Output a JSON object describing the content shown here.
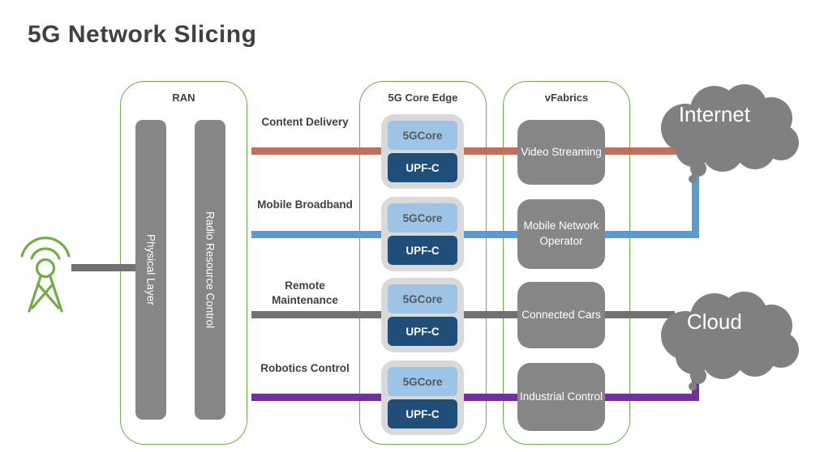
{
  "title": "5G Network Slicing",
  "colors": {
    "green": "#70AD47",
    "box_gray": "#868686",
    "cloud_gray": "#808080",
    "light_gray": "#D9D9D9",
    "core_light_blue": "#9DC3E6",
    "core_navy": "#1F4E79",
    "slice_red": "#C0715E",
    "slice_blue": "#5B9BD5",
    "slice_gray": "#737070",
    "slice_purple": "#7030A0"
  },
  "ran": {
    "label": "RAN",
    "bars": [
      {
        "label": "Physical Layer"
      },
      {
        "label": "Radio Resource Control"
      }
    ]
  },
  "core_edge": {
    "label": "5G Core Edge",
    "units": [
      {
        "core": "5GCore",
        "upf": "UPF-C"
      },
      {
        "core": "5GCore",
        "upf": "UPF-C"
      },
      {
        "core": "5GCore",
        "upf": "UPF-C"
      },
      {
        "core": "5GCore",
        "upf": "UPF-C"
      }
    ]
  },
  "vfabrics": {
    "label": "vFabrics",
    "boxes": [
      {
        "label": "Video Streaming"
      },
      {
        "label": "Mobile Network Operator"
      },
      {
        "label": "Connected Cars"
      },
      {
        "label": "Industrial Control"
      }
    ]
  },
  "slices": [
    {
      "label": "Content Delivery",
      "destination": "Internet"
    },
    {
      "label": "Mobile Broadband",
      "destination": "Internet"
    },
    {
      "label": "Remote Maintenance",
      "destination": "Cloud"
    },
    {
      "label": "Robotics Control",
      "destination": "Cloud"
    }
  ],
  "clouds": [
    {
      "label": "Internet"
    },
    {
      "label": "Cloud"
    }
  ]
}
